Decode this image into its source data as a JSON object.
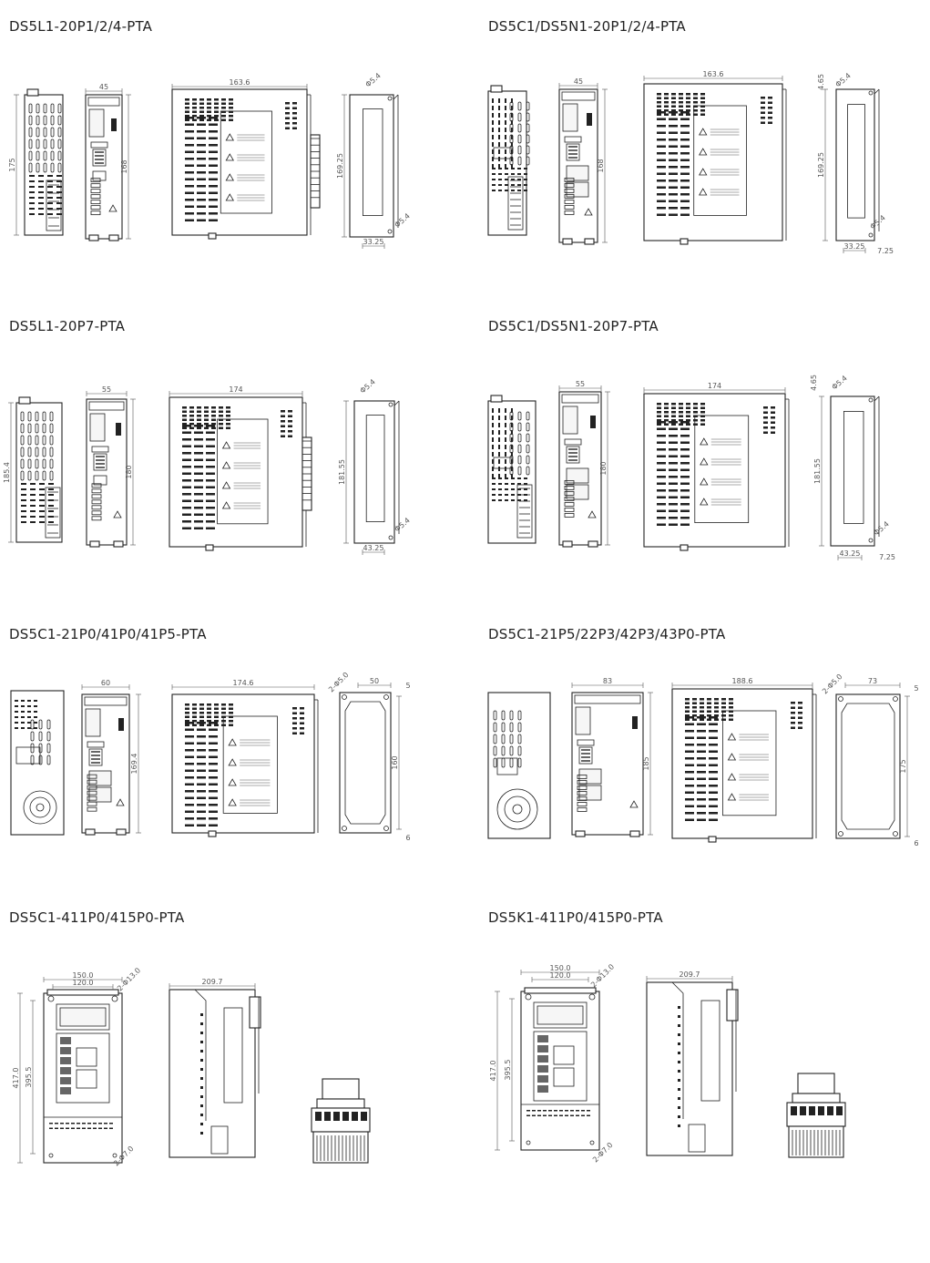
{
  "groups": [
    {
      "title": "DS5L1-20P1/2/4-PTA",
      "dims": {
        "front_h": "175",
        "panel_w": "45",
        "panel_h": "168",
        "side_w": "163.6",
        "mount_h": "169.25",
        "hole_top": "Φ5.4",
        "hole_bottom": "Φ5.4",
        "mount_bottom": "33.25"
      }
    },
    {
      "title": "DS5C1/DS5N1-20P1/2/4-PTA",
      "dims": {
        "panel_w": "45",
        "panel_h": "168",
        "side_w": "163.6",
        "mount_top": "4.65",
        "mount_h": "169.25",
        "hole_top": "Φ5.4",
        "hole_bottom": "Φ5.4",
        "mount_bottom": "33.25",
        "mount_right": "7.25"
      }
    },
    {
      "title": "DS5L1-20P7-PTA",
      "dims": {
        "front_h": "185.4",
        "panel_w": "55",
        "panel_h": "180",
        "side_w": "174",
        "mount_h": "181.55",
        "hole_top": "Φ5.4",
        "hole_bottom": "Φ5.4",
        "mount_bottom": "43.25"
      }
    },
    {
      "title": "DS5C1/DS5N1-20P7-PTA",
      "dims": {
        "panel_w": "55",
        "panel_h": "180",
        "side_w": "174",
        "mount_top": "4.65",
        "mount_h": "181.55",
        "hole_top": "Φ5.4",
        "hole_bottom": "Φ5.4",
        "mount_bottom": "43.25",
        "mount_right": "7.25"
      }
    },
    {
      "title": "DS5C1-21P0/41P0/41P5-PTA",
      "dims": {
        "panel_w": "60",
        "panel_h": "169.4",
        "side_w": "174.6",
        "mount_w": "50",
        "mount_hole": "2-Φ5.0",
        "mount_h": "160",
        "mount_top": "5",
        "mount_bottom": "6"
      }
    },
    {
      "title": "DS5C1-21P5/22P3/42P3/43P0-PTA",
      "dims": {
        "panel_w": "83",
        "panel_h": "185",
        "side_w": "188.6",
        "mount_w": "73",
        "mount_hole": "2-Φ5.0",
        "mount_h": "175",
        "mount_top": "5",
        "mount_bottom": "6"
      }
    },
    {
      "title": "DS5C1-411P0/415P0-PTA",
      "dims": {
        "outer_w": "150.0",
        "inner_w": "120.0",
        "hole_top": "2-Φ13.0",
        "outer_h": "417.0",
        "inner_h": "395.5",
        "hole_bottom": "2-Φ7.0",
        "side_w": "209.7"
      }
    },
    {
      "title": "DS5K1-411P0/415P0-PTA",
      "dims": {
        "outer_w": "150.0",
        "inner_w": "120.0",
        "hole_top": "2-Φ13.0",
        "outer_h": "417.0",
        "inner_h": "395.5",
        "hole_bottom": "2-Φ7.0",
        "side_w": "209.7"
      }
    }
  ]
}
